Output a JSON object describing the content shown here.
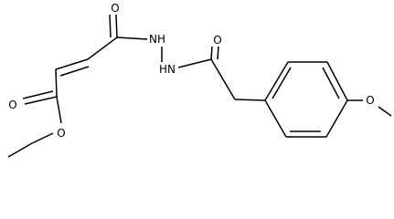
{
  "atoms": [
    {
      "id": "o_keto",
      "label": "O"
    },
    {
      "id": "nh_upper",
      "label": "NH"
    },
    {
      "id": "nh_lower",
      "label": "HN"
    },
    {
      "id": "o_amide",
      "label": "O"
    },
    {
      "id": "o_carbonyl",
      "label": "O"
    },
    {
      "id": "o_ester",
      "label": "O"
    },
    {
      "id": "o_methoxy",
      "label": "O"
    }
  ]
}
